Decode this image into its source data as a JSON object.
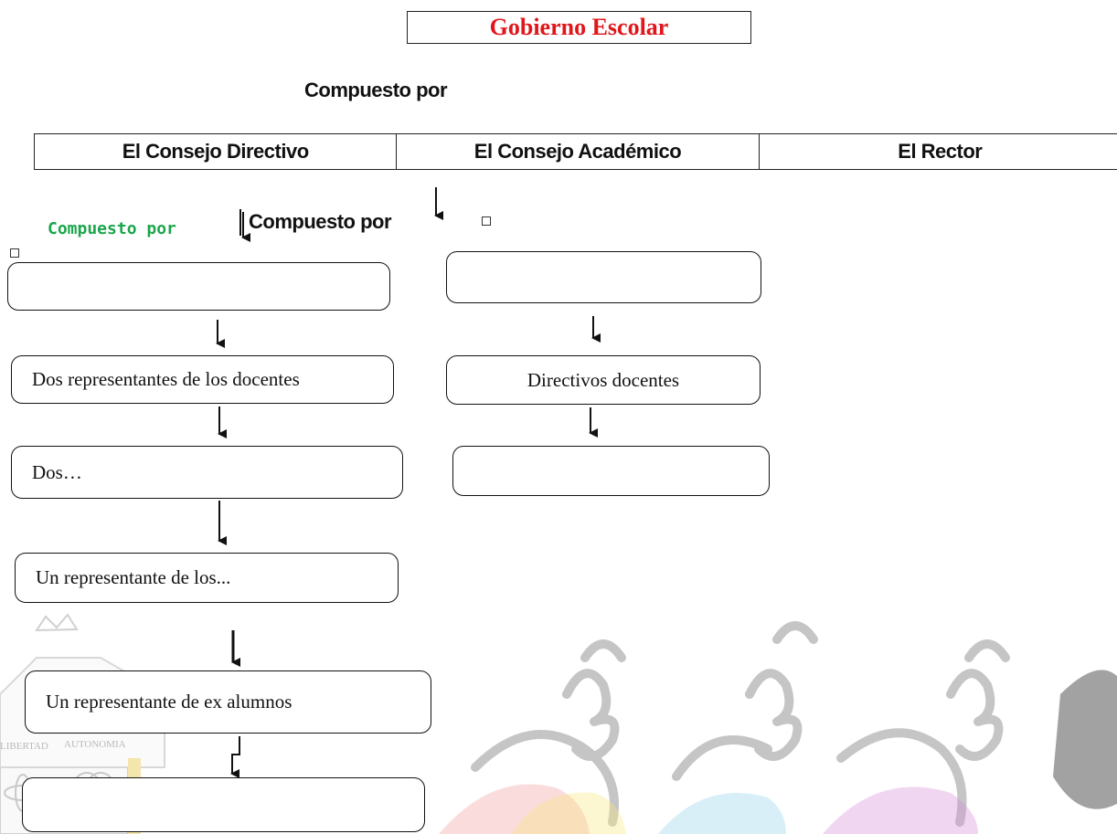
{
  "title": "Gobierno Escolar",
  "subtitle": "Compuesto por",
  "columns": [
    "El Consejo Directivo",
    "El Consejo Académico",
    "El Rector"
  ],
  "labels": {
    "composed_green": "Compuesto por",
    "composed_black": "Compuesto por"
  },
  "directivo_nodes": [
    "",
    "Dos representantes de los docentes",
    "Dos…",
    "Un representante de los...",
    "Un representante de ex alumnos",
    ""
  ],
  "academico_nodes": [
    "",
    "Directivos docentes",
    ""
  ],
  "watermark_text": [
    "LIBERTAD",
    "AUTONOMIA"
  ],
  "colors": {
    "title": "#e0161b",
    "composed_green": "#1aa64a",
    "border": "#111111"
  }
}
